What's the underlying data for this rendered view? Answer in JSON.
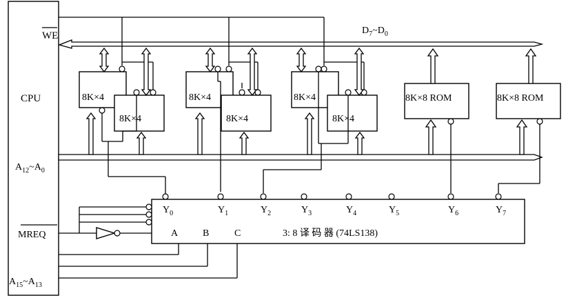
{
  "cpu": {
    "label": "CPU",
    "we": "WE",
    "addr_low": {
      "main": "A",
      "s1": "12",
      "sep": "~A",
      "s2": "0"
    },
    "mreq": "MREQ",
    "addr_high": {
      "main": "A",
      "s1": "15",
      "sep": "~A",
      "s2": "13"
    }
  },
  "data_bus": {
    "main": "D",
    "s1": "7",
    "sep": "~D",
    "s2": "0"
  },
  "ram_chip_label": "8K×4",
  "rom_chip_label": "8K×8 ROM",
  "decoder": {
    "outputs": [
      {
        "name": "Y",
        "sub": "0"
      },
      {
        "name": "Y",
        "sub": "1"
      },
      {
        "name": "Y",
        "sub": "2"
      },
      {
        "name": "Y",
        "sub": "3"
      },
      {
        "name": "Y",
        "sub": "4"
      },
      {
        "name": "Y",
        "sub": "5"
      },
      {
        "name": "Y",
        "sub": "6"
      },
      {
        "name": "Y",
        "sub": "7"
      }
    ],
    "inputs": [
      "A",
      "B",
      "C"
    ],
    "title": "3: 8 译 码 器 (74LS138)"
  }
}
